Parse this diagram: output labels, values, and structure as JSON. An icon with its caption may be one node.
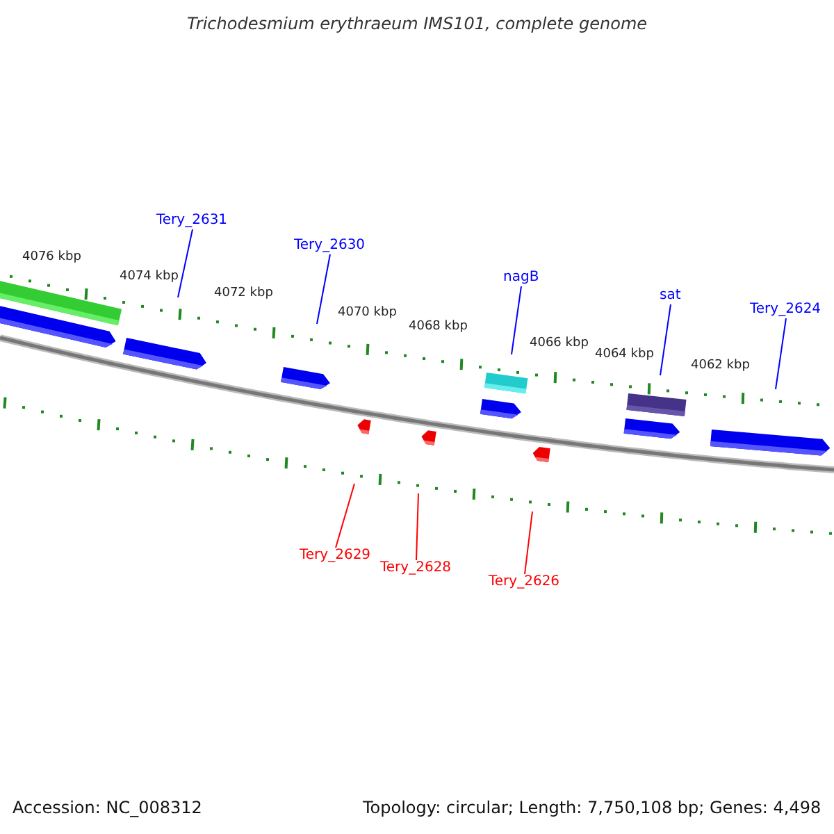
{
  "diagram": {
    "title": "Trichodesmium erythraeum IMS101, complete genome",
    "nodes": [
      {
        "text": [
          "Tery_2631"
        ]
      },
      {
        "text": [
          "Tery_2630"
        ]
      },
      {
        "text": [
          "nagB"
        ]
      },
      {
        "text": [
          "sat"
        ]
      },
      {
        "text": [
          "Tery_2624"
        ]
      },
      {
        "text": [
          "Tery_2629"
        ]
      },
      {
        "text": [
          "Tery_2628"
        ]
      },
      {
        "text": [
          "Tery_2626"
        ]
      }
    ],
    "edges": [
      {
        "from": 0,
        "to": null,
        "arrow": "none"
      },
      {
        "from": 1,
        "to": null,
        "arrow": "none"
      },
      {
        "from": 2,
        "to": null,
        "arrow": "none"
      },
      {
        "from": 3,
        "to": null,
        "arrow": "none"
      },
      {
        "from": 4,
        "to": null,
        "arrow": "none"
      },
      {
        "from": 5,
        "to": null,
        "arrow": "none",
        "color": "#ff0000"
      },
      {
        "from": 6,
        "to": null,
        "arrow": "none",
        "color": "#ff0000"
      },
      {
        "from": 7,
        "to": null,
        "arrow": "none",
        "color": "#ff0000"
      }
    ],
    "labels": [
      "4076 kbp",
      "4074 kbp",
      "4072 kbp",
      "4070 kbp",
      "4068 kbp",
      "4066 kbp",
      "4064 kbp",
      "4062 kbp",
      "Accession: NC_008312",
      "Topology: circular; Length: 7,750,108 bp; Genes: 4,498"
    ]
  }
}
